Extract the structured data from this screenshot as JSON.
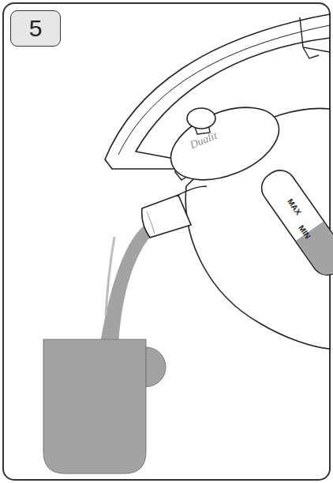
{
  "diagram": {
    "nodes": [
      {
        "text": [
          "5"
        ]
      }
    ],
    "labels": [
      "Dualit",
      "MAX",
      "MIN"
    ]
  }
}
